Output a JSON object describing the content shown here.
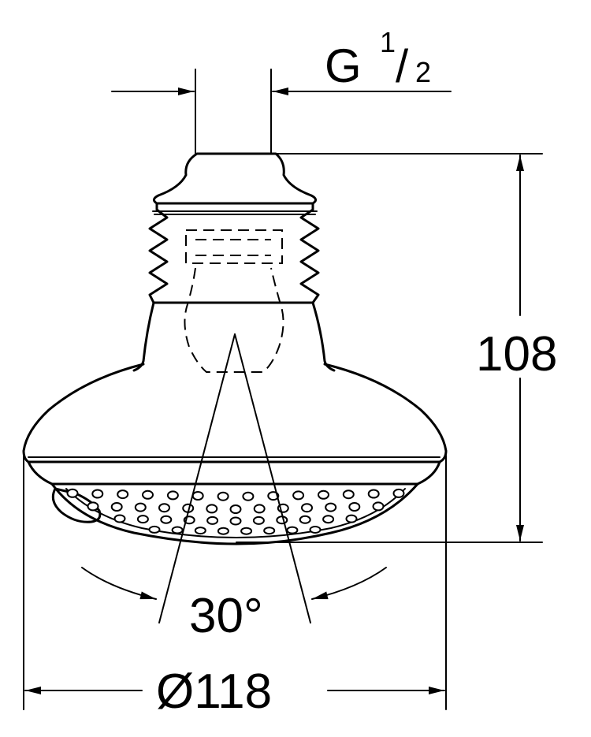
{
  "drawing": {
    "thread_label": {
      "letter": "G",
      "numerator": "1",
      "slash": "/",
      "denominator": "2"
    },
    "height_label": "108",
    "angle_label": "30°",
    "diameter_label": "Ø118",
    "line_color": "#000000",
    "background_color": "#ffffff"
  }
}
